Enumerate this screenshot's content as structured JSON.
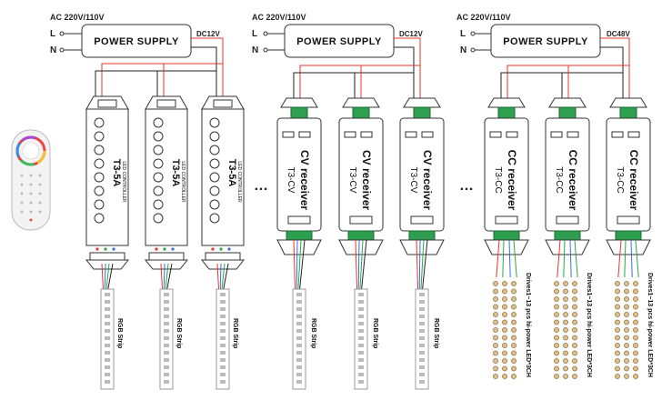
{
  "groups": [
    {
      "ac_label": "AC 220V/110V",
      "l_label": "L",
      "n_label": "N",
      "psu_label": "POWER SUPPLY",
      "dc_label": "DC12V",
      "module_title": "T3-5A",
      "module_subtitle": "LED CONTROLLER",
      "strip_label": "RGB Strip"
    },
    {
      "ac_label": "AC 220V/110V",
      "l_label": "L",
      "n_label": "N",
      "psu_label": "POWER SUPPLY",
      "dc_label": "DC12V",
      "module_title": "T3-CV",
      "module_subtitle": "CV receiver",
      "strip_label": "RGB Strip"
    },
    {
      "ac_label": "AC 220V/110V",
      "l_label": "L",
      "n_label": "N",
      "psu_label": "POWER SUPPLY",
      "dc_label": "DC48V",
      "module_title": "T3-CC",
      "module_subtitle": "CC receiver",
      "strip_label": "Drives1~13 pcs hi-power LED*3CH"
    }
  ],
  "ellipsis": "…",
  "colors": {
    "red_wire": "#e8352b",
    "black_wire": "#222222",
    "blue_wire": "#3a6fd8",
    "green_wire": "#2aa54a",
    "terminal_green": "#2e9e4f",
    "box_stroke": "#333333"
  }
}
